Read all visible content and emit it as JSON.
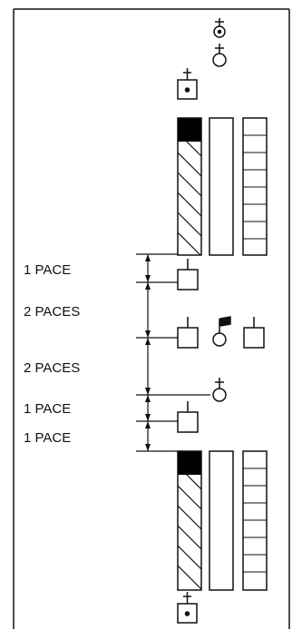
{
  "labels": {
    "pace_1_top": "1 PACE",
    "paces_2_upper": "2 PACES",
    "paces_2_lower": "2 PACES",
    "pace_1_mid": "1 PACE",
    "pace_1_bottom": "1 PACE"
  },
  "colors": {
    "line": "#111111",
    "fill": "#ffffff",
    "dark_band": "#000000"
  },
  "icons": {
    "commander": "square-with-dot-and-cross",
    "soldier": "square-with-tick",
    "leader": "circle-with-cross",
    "guidon": "circle-with-flag",
    "officer": "circle-with-dot"
  }
}
